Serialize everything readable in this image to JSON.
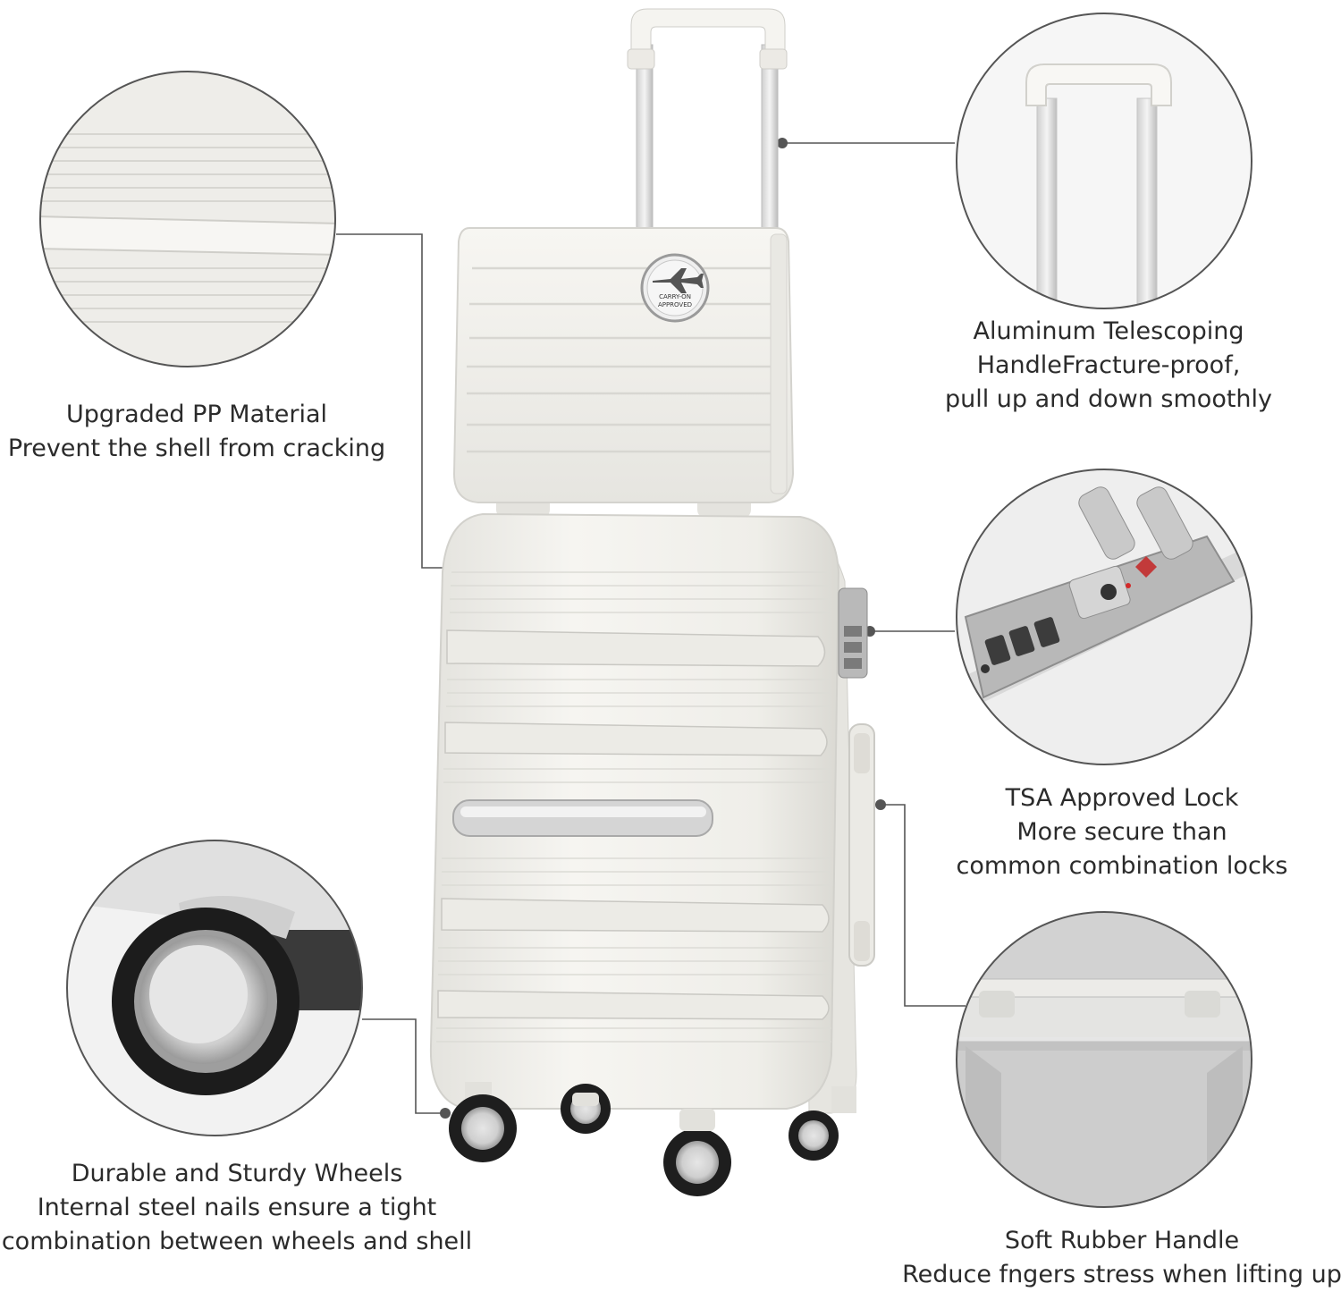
{
  "colors": {
    "background": "#ffffff",
    "text": "#2b2b2b",
    "shell": "#f1f0ec",
    "leader_line": "#555555",
    "circle_border": "#555555"
  },
  "callouts": {
    "material": {
      "title": "Upgraded PP Material",
      "line1": "Prevent the shell from cracking"
    },
    "handle": {
      "title": "Aluminum Telescoping",
      "line1": "HandleFracture-proof,",
      "line2": "pull up and down smoothly"
    },
    "lock": {
      "title": "TSA Approved Lock",
      "line1": "More secure than",
      "line2": "common combination locks"
    },
    "wheels": {
      "title": "Durable and Sturdy Wheels",
      "line1": "Internal steel nails ensure a tight",
      "line2": "combination between wheels and shell"
    },
    "rubber": {
      "title": "Soft Rubber Handle",
      "line1": "Reduce fngers stress when lifting up"
    }
  },
  "badge": {
    "line1": "CARRY-ON",
    "line2": "APPROVED"
  },
  "icons": {
    "badge": "airplane-icon",
    "tsa": "tsa-diamond-icon"
  }
}
